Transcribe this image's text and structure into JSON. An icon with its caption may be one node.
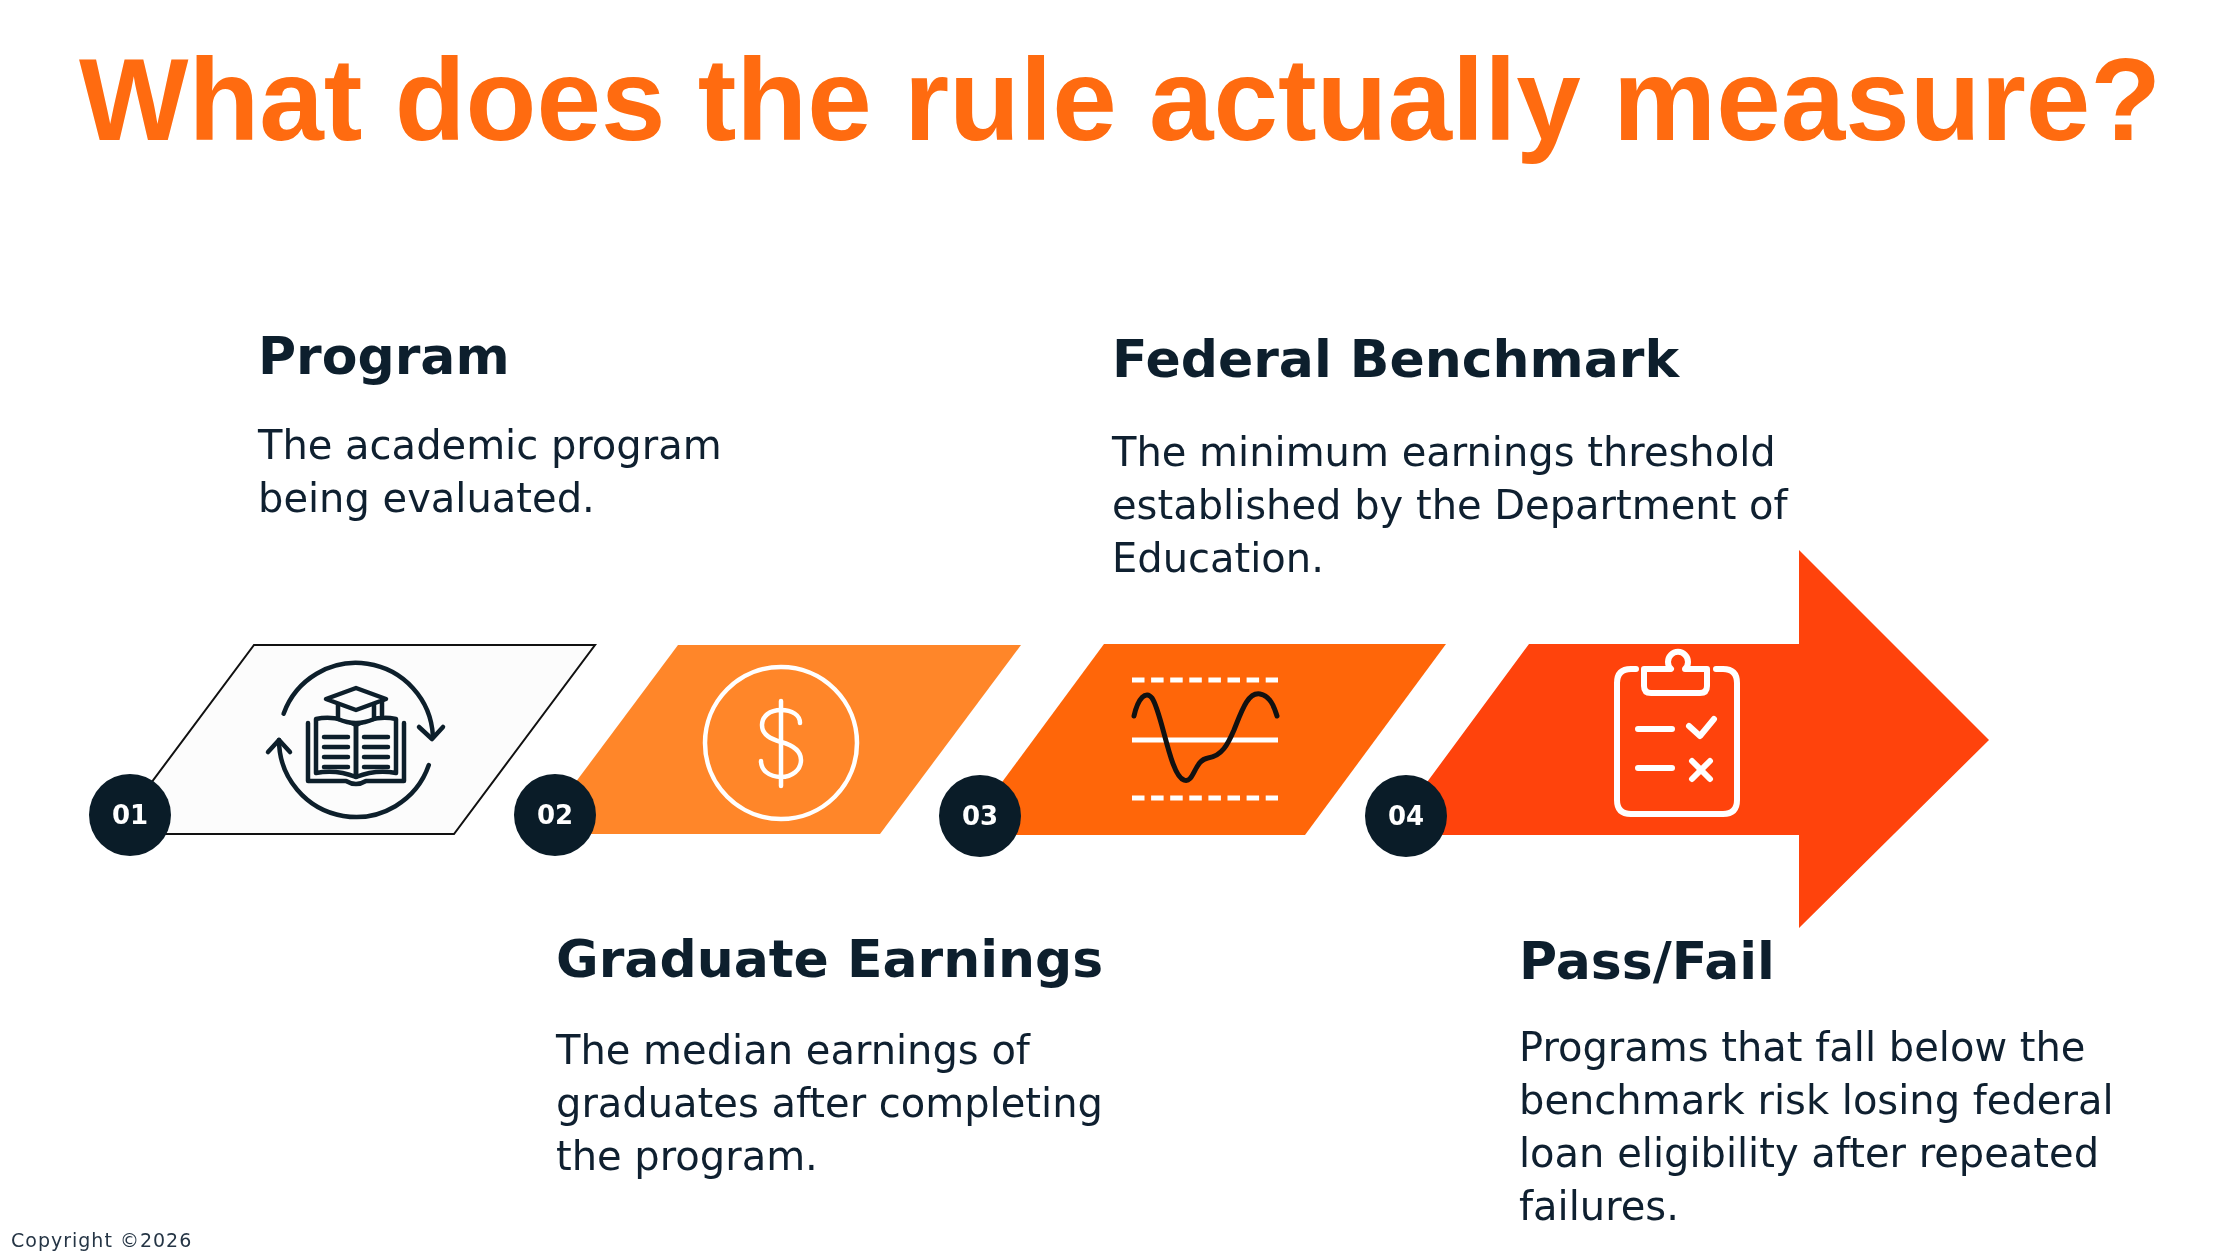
{
  "diagram": {
    "title": "What does the rule actually measure?",
    "nodes": [
      {
        "text": [
          "Program",
          "The academic program being evaluated."
        ]
      },
      {
        "text": [
          "01"
        ]
      },
      {
        "text": [
          "Graduate Earnings",
          "The median earnings of graduates after completing the program."
        ]
      },
      {
        "text": [
          "02"
        ]
      },
      {
        "text": [
          "Federal Benchmark",
          "The minimum earnings threshold established by the Department of Education."
        ]
      },
      {
        "text": [
          "03"
        ]
      },
      {
        "text": [
          "Pass/Fail",
          "Programs that fall below the benchmark risk losing federal loan eligibility after repeated failures."
        ]
      },
      {
        "text": [
          "04"
        ]
      }
    ],
    "labels": [
      "Copyright ©2026"
    ]
  }
}
